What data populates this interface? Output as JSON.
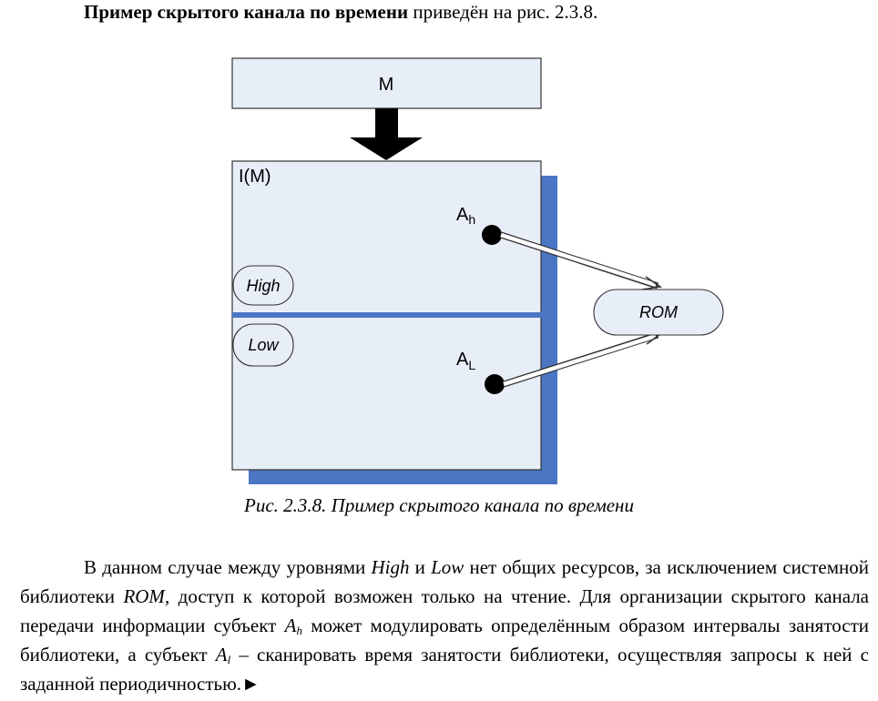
{
  "intro": {
    "bold": "Пример скрытого канала по времени",
    "rest": " приведён на рис. 2.3.8."
  },
  "figure": {
    "top_box_label": "M",
    "main_box_label": "I(M)",
    "subject_high_letter": "A",
    "subject_high_sub": "h",
    "subject_low_letter": "A",
    "subject_low_sub": "L",
    "high_label": "High",
    "low_label": "Low",
    "rom_label": "ROM",
    "colors": {
      "box_fill": "#e8eef8",
      "shadow": "#4a76c4",
      "divider": "#4a76c4",
      "rom_fill": "#e8eef8"
    }
  },
  "caption": "Рис. 2.3.8. Пример скрытого канала по времени",
  "paragraph": {
    "p1": "В данном случае между уровнями ",
    "high": "High",
    "p2": " и ",
    "low": "Low",
    "p3": " нет общих ресурсов, за исключением системной библиотеки ",
    "rom": "ROM",
    "p4": ", доступ к которой возможен только на чтение. Для организации скрытого канала передачи информации субъект ",
    "ah_letter": "A",
    "ah_sub": "h",
    "p5": " может модулировать определённым образом интервалы занятости библиотеки, а субъект ",
    "al_letter": "A",
    "al_sub": "l",
    "p6": " – сканировать время занятости библиотеки, осуществляя запросы к ней с заданной периодичностью.",
    "end_mark": "►"
  }
}
